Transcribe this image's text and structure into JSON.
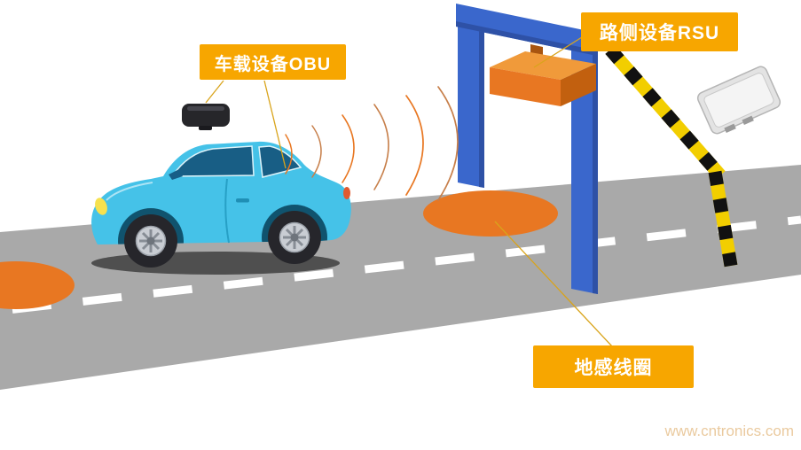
{
  "diagram": {
    "labels": {
      "obu": "车载设备OBU",
      "rsu": "路侧设备RSU",
      "coil": "地感线圈"
    },
    "watermark": "www.cntronics.com",
    "elements": [
      "road",
      "lane-dashes",
      "car-side-view",
      "obu-device-box",
      "radio-waves",
      "gantry-frame",
      "rsu-orange-box",
      "barrier-gate-striped",
      "rsu-antenna-unit",
      "induction-coil-left",
      "induction-coil-center"
    ],
    "colors": {
      "label_background": "#F7A600",
      "label_text": "#FFFFFF",
      "gantry_blue": "#3A67CC",
      "gantry_blue_dark": "#2E51A6",
      "device_orange": "#E87722",
      "device_orange_light": "#F09A3A",
      "device_orange_dark": "#C2600F",
      "road_gray": "#A9A9A9",
      "car_cyan": "#45C2E8",
      "window_blue": "#185E85",
      "barrier_yellow": "#F2CE00",
      "barrier_black": "#111111",
      "leader_line": "#D9A41B",
      "watermark_color": "#EACA9F"
    }
  }
}
